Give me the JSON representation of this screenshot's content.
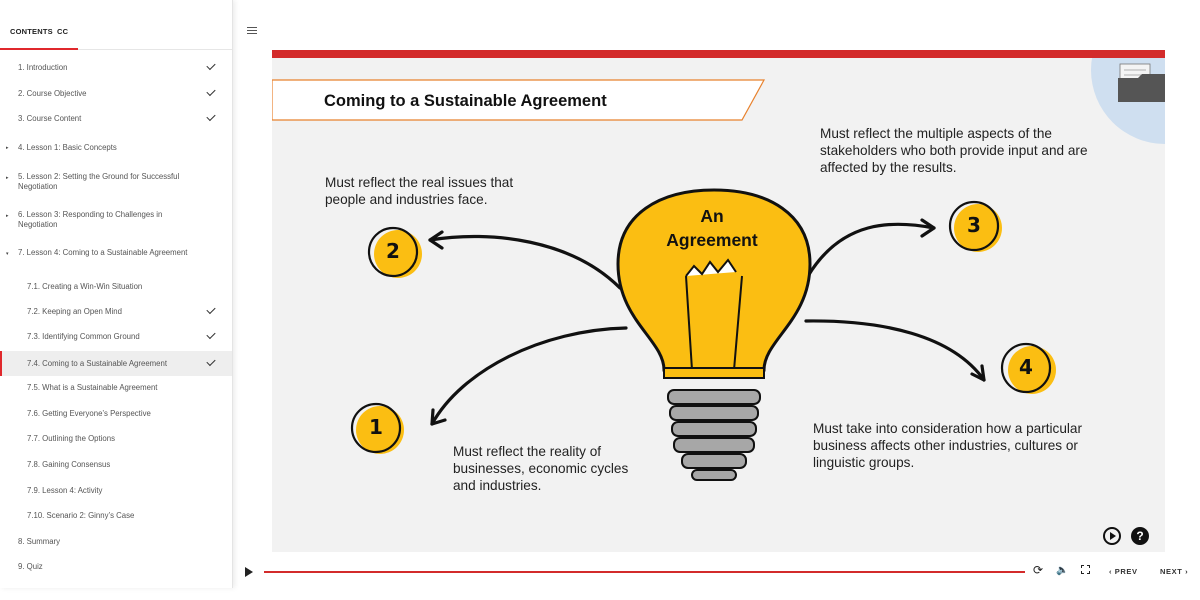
{
  "sidebar": {
    "tabs": {
      "contents": "CONTENTS",
      "cc": "CC"
    },
    "items": [
      {
        "label": "1. Introduction",
        "done": true
      },
      {
        "label": "2. Course Objective",
        "done": true
      },
      {
        "label": "3. Course Content",
        "done": true
      },
      {
        "label": "4. Lesson 1: Basic Concepts",
        "caret": "▸"
      },
      {
        "label": "5. Lesson 2: Setting the Ground for Successful Negotiation",
        "caret": "▸"
      },
      {
        "label": "6. Lesson 3: Responding to Challenges in Negotiation",
        "caret": "▸"
      },
      {
        "label": "7. Lesson 4: Coming to a Sustainable Agreement",
        "caret": "▾"
      },
      {
        "label": "7.1. Creating a Win-Win Situation"
      },
      {
        "label": "7.2. Keeping an Open Mind",
        "done": true
      },
      {
        "label": "7.3. Identifying Common Ground",
        "done": true
      },
      {
        "label": "7.4. Coming to a Sustainable Agreement",
        "done": true,
        "active": true
      },
      {
        "label": "7.5. What is a Sustainable Agreement"
      },
      {
        "label": "7.6. Getting Everyone’s Perspective"
      },
      {
        "label": "7.7. Outlining the Options"
      },
      {
        "label": "7.8. Gaining Consensus"
      },
      {
        "label": "7.9. Lesson 4: Activity"
      },
      {
        "label": "7.10. Scenario 2: Ginny’s Case"
      },
      {
        "label": "8. Summary"
      },
      {
        "label": "9. Quiz"
      }
    ]
  },
  "slide": {
    "title": "Coming to a Sustainable Agreement",
    "bulb_text": [
      "An",
      "Agreement"
    ],
    "callouts": {
      "one": "Must reflect the reality of businesses, economic cycles and industries.",
      "two": "Must reflect the real issues that people and industries face.",
      "three": "Must reflect the multiple aspects of the stakeholders who both provide input and are affected by the results.",
      "four": "Must take into consideration how a particular business affects other industries, cultures or linguistic groups."
    },
    "numbers": [
      "1",
      "2",
      "3",
      "4"
    ],
    "help_label": "?"
  },
  "player": {
    "progress": 1.0,
    "prev_label": "PREV",
    "next_label": "NEXT",
    "reload_icon": "⟳",
    "volume_icon": "🔈"
  },
  "colors": {
    "accent_red": "#d32b2b",
    "bulb_yellow": "#fbbe12",
    "base_gray": "#a7a7a7"
  },
  "icons": {
    "menu": "hamburger-icon",
    "check": "check-icon",
    "replay": "replay-icon",
    "help": "help-icon",
    "fullscreen": "fullscreen-icon"
  }
}
